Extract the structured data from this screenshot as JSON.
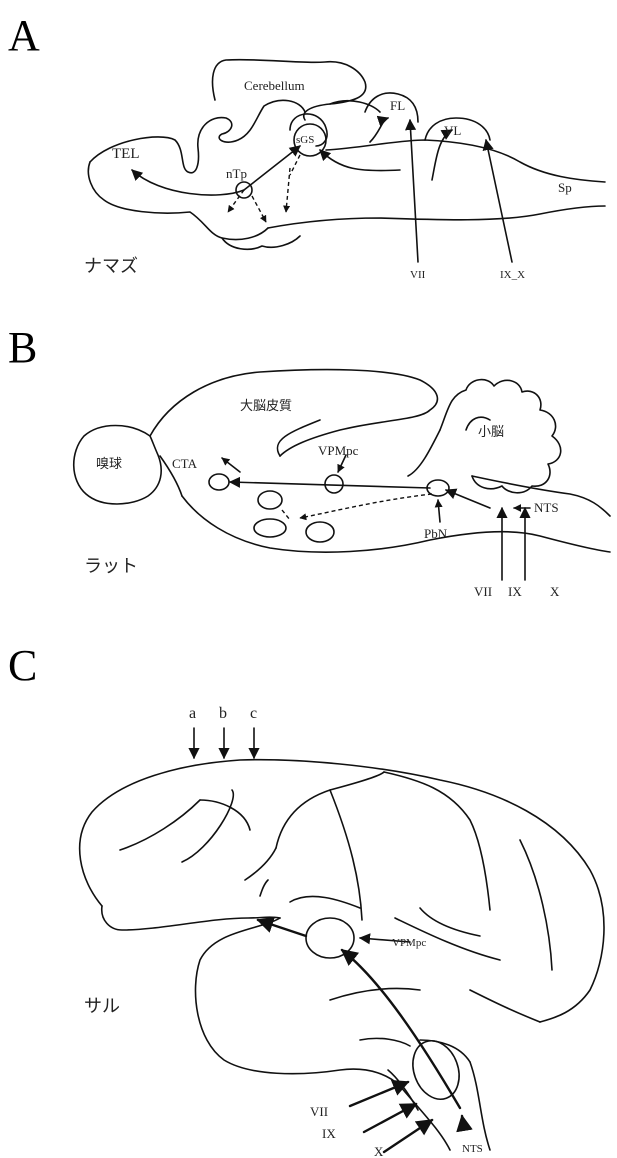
{
  "panels": {
    "A": {
      "letter": "A",
      "animal": "ナマズ",
      "labels": {
        "cerebellum": "Cerebellum",
        "tel": "TEL",
        "ntp": "nTp",
        "sgs": "sGS",
        "fl": "FL",
        "vl": "VL",
        "sp": "Sp",
        "vii": "VII",
        "ix_x": "IX_X"
      }
    },
    "B": {
      "letter": "B",
      "animal": "ラット",
      "labels": {
        "cortex": "大脳皮質",
        "olfactory": "嗅球",
        "cerebellum": "小脳",
        "cta": "CTA",
        "vpmpc": "VPMpc",
        "pbn": "PbN",
        "nts": "NTS",
        "vii": "VII",
        "ix": "IX",
        "x": "X"
      }
    },
    "C": {
      "letter": "C",
      "animal": "サル",
      "labels": {
        "a": "a",
        "b": "b",
        "c": "c",
        "vpmpc": "VPMpc",
        "vii": "VII",
        "ix": "IX",
        "x": "X",
        "nts": "NTS"
      }
    }
  }
}
